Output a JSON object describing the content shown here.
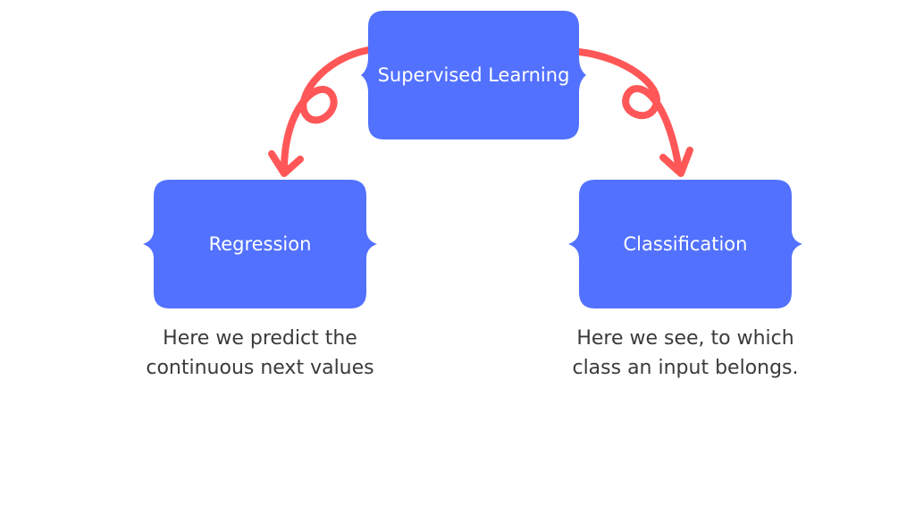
{
  "diagram": {
    "root": {
      "label": "Supervised Learning"
    },
    "left": {
      "label": "Regression",
      "description": [
        "Here we predict the",
        "continuous next values"
      ]
    },
    "right": {
      "label": "Classification",
      "description": [
        "Here we see, to which",
        "class an input belongs."
      ]
    }
  },
  "colors": {
    "node_fill": "#5271FF",
    "arrow": "#FF5757",
    "node_text": "#FFFFFF",
    "description_text": "#3A3A3A",
    "background": "#FFFFFF"
  },
  "icons": {
    "node_shape": "brace-edged-rounded-rectangle",
    "connector": "looped-curved-arrow"
  }
}
